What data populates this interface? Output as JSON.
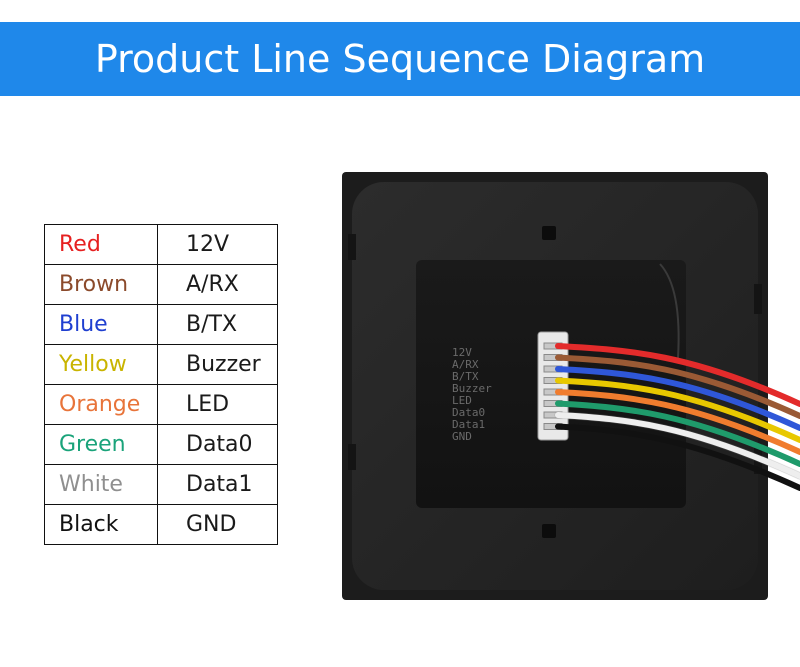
{
  "header": {
    "title": "Product Line Sequence Diagram"
  },
  "wiring_table": {
    "rows": [
      {
        "color_name": "Red",
        "function": "12V",
        "color": "#e62020"
      },
      {
        "color_name": "Brown",
        "function": "A/RX",
        "color": "#8b4a2b"
      },
      {
        "color_name": "Blue",
        "function": "B/TX",
        "color": "#1f3fd0"
      },
      {
        "color_name": "Yellow",
        "function": "Buzzer",
        "color": "#c9b400"
      },
      {
        "color_name": "Orange",
        "function": "LED",
        "color": "#e8743a"
      },
      {
        "color_name": "Green",
        "function": "Data0",
        "color": "#1aa37a"
      },
      {
        "color_name": "White",
        "function": "Data1",
        "color": "#8f8f8f"
      },
      {
        "color_name": "Black",
        "function": "GND",
        "color": "#111111"
      }
    ]
  },
  "device": {
    "pin_labels": [
      "12V",
      "A/RX",
      "B/TX",
      "Buzzer",
      "LED",
      "Data0",
      "Data1",
      "GND"
    ],
    "wire_colors": [
      "#e32b2b",
      "#9a5a35",
      "#2f57d8",
      "#e8c800",
      "#f07c2e",
      "#1f9b6b",
      "#eeeeee",
      "#111111"
    ]
  }
}
